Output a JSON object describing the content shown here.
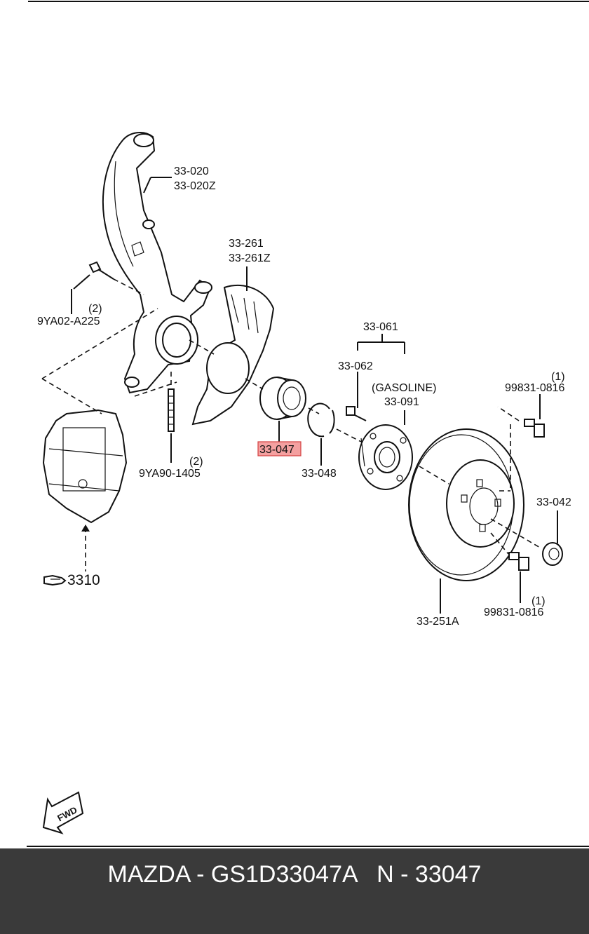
{
  "labels": {
    "knuckle_1": "33-020",
    "knuckle_2": "33-020Z",
    "shield_1": "33-261",
    "shield_2": "33-261Z",
    "hub_group": "33-061",
    "hub_bolt": "33-062",
    "gasoline": "(GASOLINE)",
    "hub": "33-091",
    "knuckle_bolt_qty": "(2)",
    "knuckle_bolt": "9YA02-A225",
    "stud_qty": "(2)",
    "stud": "9YA90-1405",
    "bearing": "33-047",
    "snap_ring": "33-048",
    "screw_top_qty": "(1)",
    "screw_top": "99831-0816",
    "nut": "33-042",
    "screw_bottom_qty": "(1)",
    "screw_bottom": "99831-0816",
    "disc": "33-251A",
    "caliper_ref": "3310",
    "fwd": "FWD"
  },
  "colors": {
    "highlight_fill": "#f4a0a0",
    "highlight_stroke": "#d44040",
    "footer_bg": "#3a3a3a"
  },
  "footer": {
    "caption": "MAZDA - GS1D33047A   N - 33047"
  }
}
